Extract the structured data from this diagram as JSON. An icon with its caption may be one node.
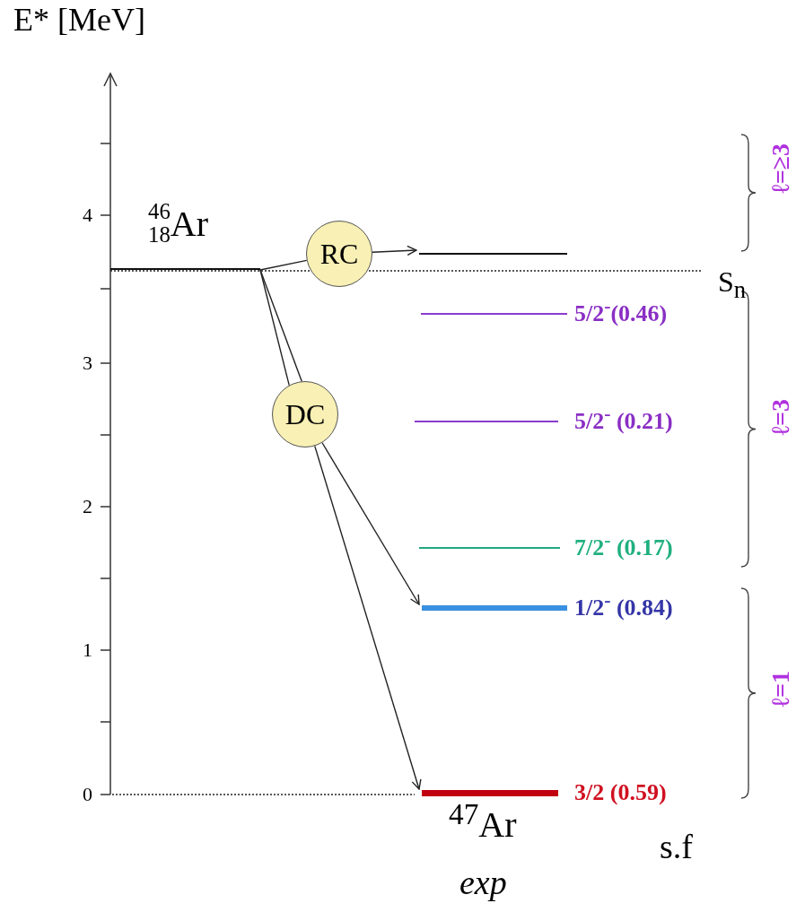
{
  "diagram": {
    "nodes": [
      {
        "text": [
          "$^{46}$$_{18}$Ar"
        ]
      },
      {
        "text": [
          "RC"
        ]
      },
      {
        "text": [],
        "shape": "bar"
      },
      {
        "text": [
          "5/2$^{-}$(0.46)"
        ]
      },
      {
        "text": [
          "DC"
        ]
      },
      {
        "text": [
          "5/2$^{-}$ (0.21)"
        ]
      },
      {
        "text": [
          "7/2$^{-}$ (0.17)"
        ]
      },
      {
        "text": [
          "1/2$^{-}$ (0.84)"
        ]
      },
      {
        "text": [
          "3/2 (0.59)"
        ]
      }
    ],
    "edges": [
      {
        "from": 0,
        "to": 1,
        "arrow": "none"
      },
      {
        "from": 1,
        "to": 2,
        "arrow": "to"
      },
      {
        "from": 0,
        "to": 4,
        "arrow": "none"
      },
      {
        "from": 0,
        "to": 4,
        "arrow": "none"
      },
      {
        "from": 4,
        "to": 7,
        "arrow": "to"
      },
      {
        "from": 4,
        "to": 8,
        "arrow": "to"
      }
    ],
    "labels": [
      "E* [MeV]",
      "ℓ=≥3",
      "4",
      "S$_{n}$",
      "3",
      "ℓ=3",
      "2",
      "1",
      "ℓ=1",
      "0",
      "$^{47}$Ar",
      "s.f",
      "exp"
    ]
  }
}
